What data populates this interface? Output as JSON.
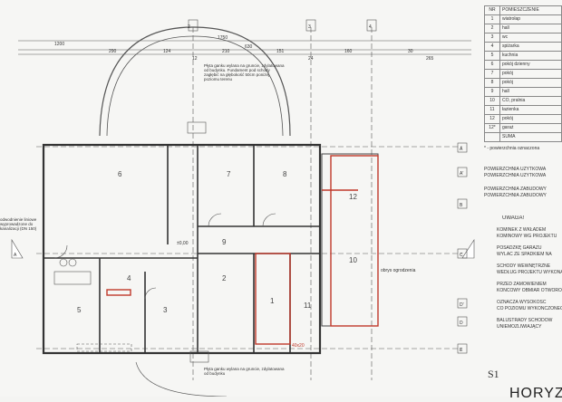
{
  "legend": {
    "header": "NR",
    "header_name": "POMIESZCZENIE",
    "rooms": [
      {
        "nr": "1",
        "name": "wiatrołap"
      },
      {
        "nr": "2",
        "name": "hall"
      },
      {
        "nr": "3",
        "name": "wc"
      },
      {
        "nr": "4",
        "name": "spiżarka"
      },
      {
        "nr": "5",
        "name": "kuchnia"
      },
      {
        "nr": "6",
        "name": "pokój dzienny"
      },
      {
        "nr": "7",
        "name": "pokój"
      },
      {
        "nr": "8",
        "name": "pokój"
      },
      {
        "nr": "9",
        "name": "hall"
      },
      {
        "nr": "10",
        "name": "CO, pralnia"
      },
      {
        "nr": "11",
        "name": "łazienka"
      },
      {
        "nr": "12",
        "name": "pokój"
      },
      {
        "nr": "12*",
        "name": "garaż"
      },
      {
        "nr": "",
        "name": "SUMA"
      }
    ],
    "footnote": "* - powierzchnia oznaczona",
    "area": [
      "POWIERZCHNIA UŻYTKOWA",
      "POWIERZCHNIA UŻYTKOWA",
      "POWIERZCHNIA ZABUDOWY",
      "POWIERZCHNIA ZABUDOWY"
    ],
    "notes_title": "UWAGA!",
    "notes": [
      "KOMINEK Z WKŁADEM",
      "KOMINOWY WG PROJEKTU",
      "POSADZKĘ GARAŻU",
      "WYLAĆ ZE SPADKIEM NA",
      "SCHODY WEWNĘTRZNE",
      "WEDŁUG PROJEKTU WYKONAWCY",
      "PRZED ZAMÓWIENIEM",
      "KOŃCOWY OBMIAR OTWORÓW",
      "OZNACZA WYSOKOŚĆ",
      "CO POZIOMU WYKOŃCZONEGO",
      "BALUSTRADY SCHODÓW",
      "UNIEMOŻLIWIAJĄCY"
    ],
    "sheet": "S1",
    "title": "HORYZ"
  },
  "plan": {
    "axes_cols": [
      "2",
      "3",
      "4"
    ],
    "axes_rows": [
      "A",
      "A'",
      "B",
      "C",
      "D'",
      "D",
      "E"
    ],
    "dims": [
      "1750",
      "630",
      "290",
      "12",
      "124",
      "210",
      "151",
      "24",
      "1200",
      "160",
      "30",
      "265"
    ],
    "room_labels": [
      "6",
      "7",
      "8",
      "9",
      "1",
      "2",
      "3",
      "4",
      "5",
      "10",
      "11",
      "12"
    ],
    "annotation_top": "Płyta ganku wylana na gruncie, zdylatowana od budynku. Fundament pod schody zagłębić na głębokość 50cm poniżej poziomu terenu",
    "annotation_left": "odwodnienie liniowe wyprowadzone do kanalizacji (DN 150)",
    "annotation_bottom": "Płyta ganku wylana na gruncie, zdylatowana od budynku",
    "level": "±0,00",
    "section": "A",
    "dashed_label": "obrys ogrodzenia",
    "red_label": "40x20",
    "accent": "#c0392b"
  }
}
